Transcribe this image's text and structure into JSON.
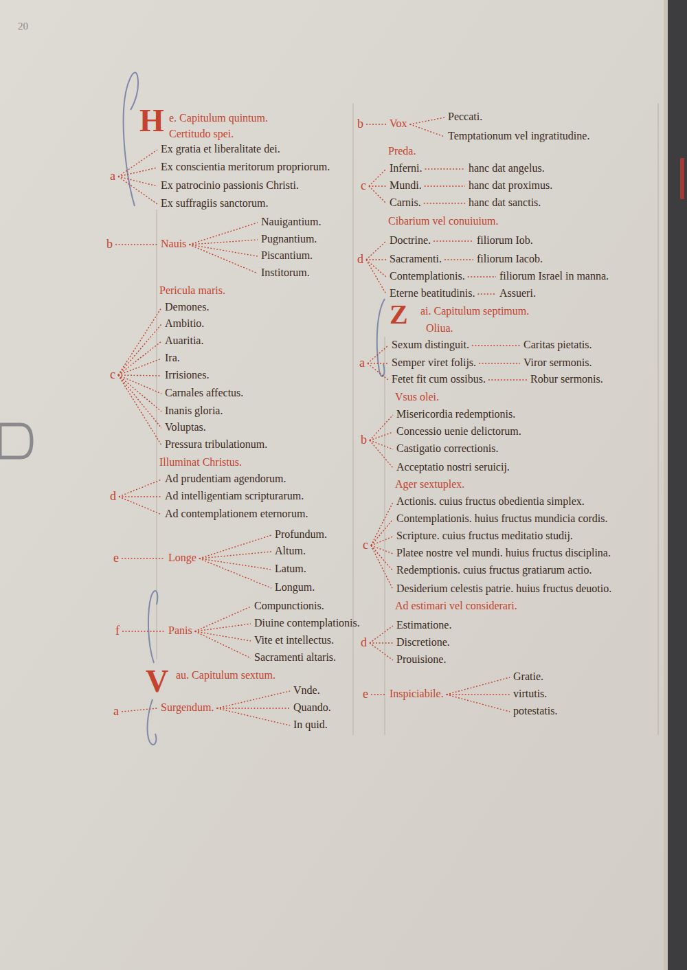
{
  "diagram": {
    "nodes": [
      {
        "text": [
          "a"
        ]
      },
      {
        "text": [
          "Ex gratia et liberalitate dei."
        ]
      },
      {
        "text": [
          "Ex conscientia meritorum propriorum."
        ]
      },
      {
        "text": [
          "Ex patrocinio passionis Christi."
        ]
      },
      {
        "text": [
          "Ex suffragiis sanctorum."
        ]
      },
      {
        "text": [
          "b"
        ]
      },
      {
        "text": [
          "Nauis"
        ]
      },
      {
        "text": [
          "Nauigantium."
        ]
      },
      {
        "text": [
          "Pugnantium."
        ]
      },
      {
        "text": [
          "Piscantium."
        ]
      },
      {
        "text": [
          "Institorum."
        ]
      },
      {
        "text": [
          "c"
        ]
      },
      {
        "text": [
          "Demones."
        ]
      },
      {
        "text": [
          "Ambitio."
        ]
      },
      {
        "text": [
          "Auaritia."
        ]
      },
      {
        "text": [
          "Ira."
        ]
      },
      {
        "text": [
          "Irrisiones."
        ]
      },
      {
        "text": [
          "Carnales affectus."
        ]
      },
      {
        "text": [
          "Inanis gloria."
        ]
      },
      {
        "text": [
          "Voluptas."
        ]
      },
      {
        "text": [
          "Pressura tribulationum."
        ]
      },
      {
        "text": [
          "d"
        ]
      },
      {
        "text": [
          "Ad prudentiam agendorum."
        ]
      },
      {
        "text": [
          "Ad intelligentiam scripturarum."
        ]
      },
      {
        "text": [
          "Ad contemplationem eternorum."
        ]
      },
      {
        "text": [
          "e"
        ]
      },
      {
        "text": [
          "Longe"
        ]
      },
      {
        "text": [
          "Profundum."
        ]
      },
      {
        "text": [
          "Altum."
        ]
      },
      {
        "text": [
          "Latum."
        ]
      },
      {
        "text": [
          "Longum."
        ]
      },
      {
        "text": [
          "f"
        ]
      },
      {
        "text": [
          "Panis"
        ]
      },
      {
        "text": [
          "Compunctionis."
        ]
      },
      {
        "text": [
          "Diuine contemplationis."
        ]
      },
      {
        "text": [
          "Vite et intellectus."
        ]
      },
      {
        "text": [
          "Sacramenti altaris."
        ]
      },
      {
        "text": [
          "a"
        ]
      },
      {
        "text": [
          "Surgendum."
        ]
      },
      {
        "text": [
          "Vnde."
        ]
      },
      {
        "text": [
          "Quando."
        ]
      },
      {
        "text": [
          "In quid."
        ]
      },
      {
        "text": [
          "b"
        ]
      },
      {
        "text": [
          "Vox"
        ]
      },
      {
        "text": [
          "Peccati."
        ]
      },
      {
        "text": [
          "Temptationum vel ingratitudine."
        ]
      },
      {
        "text": [
          "c"
        ]
      },
      {
        "text": [
          "Inferni."
        ]
      },
      {
        "text": [
          "hanc dat angelus."
        ]
      },
      {
        "text": [
          "Mundi."
        ]
      },
      {
        "text": [
          "hanc dat proximus."
        ]
      },
      {
        "text": [
          "Carnis."
        ]
      },
      {
        "text": [
          "hanc dat sanctis."
        ]
      },
      {
        "text": [
          "d"
        ]
      },
      {
        "text": [
          "Doctrine."
        ]
      },
      {
        "text": [
          "filiorum Iob."
        ]
      },
      {
        "text": [
          "Sacramenti."
        ]
      },
      {
        "text": [
          "filiorum Iacob."
        ]
      },
      {
        "text": [
          "Contemplationis."
        ]
      },
      {
        "text": [
          "filiorum Israel in manna."
        ]
      },
      {
        "text": [
          "Eterne beatitudinis."
        ]
      },
      {
        "text": [
          "Assueri."
        ]
      },
      {
        "text": [
          "a"
        ]
      },
      {
        "text": [
          "Sexum distinguit."
        ]
      },
      {
        "text": [
          "Caritas pietatis."
        ]
      },
      {
        "text": [
          "Semper viret folijs."
        ]
      },
      {
        "text": [
          "Viror sermonis."
        ]
      },
      {
        "text": [
          "Fetet fit cum ossibus."
        ]
      },
      {
        "text": [
          "Robur sermonis."
        ]
      },
      {
        "text": [
          "b"
        ]
      },
      {
        "text": [
          "Misericordia redemptionis."
        ]
      },
      {
        "text": [
          "Concessio uenie delictorum."
        ]
      },
      {
        "text": [
          "Castigatio correctionis."
        ]
      },
      {
        "text": [
          "Acceptatio nostri seruicij."
        ]
      },
      {
        "text": [
          "c"
        ]
      },
      {
        "text": [
          "Actionis. cuius fructus obedientia simplex."
        ]
      },
      {
        "text": [
          "Contemplationis. huius fructus mundicia cordis."
        ]
      },
      {
        "text": [
          "Scripture. cuius fructus meditatio studij."
        ]
      },
      {
        "text": [
          "Platee nostre vel mundi. huius fructus disciplina."
        ]
      },
      {
        "text": [
          "Redemptionis. cuius fructus gratiarum actio."
        ]
      },
      {
        "text": [
          "Desiderium celestis patrie. huius fructus deuotio."
        ]
      },
      {
        "text": [
          "d"
        ]
      },
      {
        "text": [
          "Estimatione."
        ]
      },
      {
        "text": [
          "Discretione."
        ]
      },
      {
        "text": [
          "Prouisione."
        ]
      },
      {
        "text": [
          "e"
        ]
      },
      {
        "text": [
          "Inspiciabile."
        ]
      },
      {
        "text": [
          "Gratie."
        ]
      },
      {
        "text": [
          "virtutis."
        ]
      },
      {
        "text": [
          "potestatis."
        ]
      }
    ],
    "edges": [
      {
        "from": 0,
        "to": 1,
        "arrow": "none"
      },
      {
        "from": 0,
        "to": 2,
        "arrow": "none"
      },
      {
        "from": 0,
        "to": 3,
        "arrow": "none"
      },
      {
        "from": 0,
        "to": 4,
        "arrow": "none"
      },
      {
        "from": 5,
        "to": 6,
        "arrow": "none"
      },
      {
        "from": 6,
        "to": 7,
        "arrow": "none"
      },
      {
        "from": 6,
        "to": 8,
        "arrow": "none"
      },
      {
        "from": 6,
        "to": 9,
        "arrow": "none"
      },
      {
        "from": 6,
        "to": 10,
        "arrow": "none"
      },
      {
        "from": 11,
        "to": 12,
        "arrow": "none"
      },
      {
        "from": 11,
        "to": 13,
        "arrow": "none"
      },
      {
        "from": 11,
        "to": 14,
        "arrow": "none"
      },
      {
        "from": 11,
        "to": 15,
        "arrow": "none"
      },
      {
        "from": 11,
        "to": 16,
        "arrow": "none"
      },
      {
        "from": 11,
        "to": 17,
        "arrow": "none"
      },
      {
        "from": 11,
        "to": 18,
        "arrow": "none"
      },
      {
        "from": 11,
        "to": 19,
        "arrow": "none"
      },
      {
        "from": 11,
        "to": 20,
        "arrow": "none"
      },
      {
        "from": 21,
        "to": 22,
        "arrow": "none"
      },
      {
        "from": 21,
        "to": 23,
        "arrow": "none"
      },
      {
        "from": 21,
        "to": 24,
        "arrow": "none"
      },
      {
        "from": 25,
        "to": 26,
        "arrow": "none"
      },
      {
        "from": 26,
        "to": 27,
        "arrow": "none"
      },
      {
        "from": 26,
        "to": 28,
        "arrow": "none"
      },
      {
        "from": 26,
        "to": 29,
        "arrow": "none"
      },
      {
        "from": 26,
        "to": 30,
        "arrow": "none"
      },
      {
        "from": 31,
        "to": 32,
        "arrow": "none"
      },
      {
        "from": 32,
        "to": 33,
        "arrow": "none"
      },
      {
        "from": 32,
        "to": 34,
        "arrow": "none"
      },
      {
        "from": 32,
        "to": 35,
        "arrow": "none"
      },
      {
        "from": 32,
        "to": 36,
        "arrow": "none"
      },
      {
        "from": 37,
        "to": 38,
        "arrow": "none"
      },
      {
        "from": 38,
        "to": 39,
        "arrow": "none"
      },
      {
        "from": 38,
        "to": 40,
        "arrow": "none"
      },
      {
        "from": 38,
        "to": 41,
        "arrow": "none"
      },
      {
        "from": 42,
        "to": 43,
        "arrow": "none"
      },
      {
        "from": 43,
        "to": 44,
        "arrow": "none"
      },
      {
        "from": 43,
        "to": 45,
        "arrow": "none"
      },
      {
        "from": 46,
        "to": 47,
        "arrow": "none"
      },
      {
        "from": 46,
        "to": 49,
        "arrow": "none"
      },
      {
        "from": 46,
        "to": 51,
        "arrow": "none"
      },
      {
        "from": 47,
        "to": 48,
        "arrow": "none"
      },
      {
        "from": 49,
        "to": 50,
        "arrow": "none"
      },
      {
        "from": 51,
        "to": 52,
        "arrow": "none"
      },
      {
        "from": 53,
        "to": 54,
        "arrow": "none"
      },
      {
        "from": 53,
        "to": 56,
        "arrow": "none"
      },
      {
        "from": 53,
        "to": 58,
        "arrow": "none"
      },
      {
        "from": 53,
        "to": 60,
        "arrow": "none"
      },
      {
        "from": 54,
        "to": 55,
        "arrow": "none"
      },
      {
        "from": 56,
        "to": 57,
        "arrow": "none"
      },
      {
        "from": 58,
        "to": 59,
        "arrow": "none"
      },
      {
        "from": 60,
        "to": 61,
        "arrow": "none"
      },
      {
        "from": 62,
        "to": 63,
        "arrow": "none"
      },
      {
        "from": 62,
        "to": 65,
        "arrow": "none"
      },
      {
        "from": 62,
        "to": 67,
        "arrow": "none"
      },
      {
        "from": 63,
        "to": 64,
        "arrow": "none"
      },
      {
        "from": 65,
        "to": 66,
        "arrow": "none"
      },
      {
        "from": 67,
        "to": 68,
        "arrow": "none"
      },
      {
        "from": 69,
        "to": 70,
        "arrow": "none"
      },
      {
        "from": 69,
        "to": 71,
        "arrow": "none"
      },
      {
        "from": 69,
        "to": 72,
        "arrow": "none"
      },
      {
        "from": 69,
        "to": 73,
        "arrow": "none"
      },
      {
        "from": 74,
        "to": 75,
        "arrow": "none"
      },
      {
        "from": 74,
        "to": 76,
        "arrow": "none"
      },
      {
        "from": 74,
        "to": 77,
        "arrow": "none"
      },
      {
        "from": 74,
        "to": 78,
        "arrow": "none"
      },
      {
        "from": 74,
        "to": 79,
        "arrow": "none"
      },
      {
        "from": 74,
        "to": 80,
        "arrow": "none"
      },
      {
        "from": 81,
        "to": 82,
        "arrow": "none"
      },
      {
        "from": 81,
        "to": 83,
        "arrow": "none"
      },
      {
        "from": 81,
        "to": 84,
        "arrow": "none"
      },
      {
        "from": 85,
        "to": 86,
        "arrow": "none"
      },
      {
        "from": 86,
        "to": 87,
        "arrow": "none"
      },
      {
        "from": 86,
        "to": 88,
        "arrow": "none"
      },
      {
        "from": 86,
        "to": 89,
        "arrow": "none"
      }
    ],
    "labels": [
      "20",
      "H",
      "e. Capitulum quintum.",
      "Certitudo spei.",
      "Pericula maris.",
      "Illuminat Christus.",
      "V",
      "au. Capitulum sextum.",
      "Preda.",
      "Cibarium vel conuiuium.",
      "Z",
      "ai. Capitulum septimum.",
      "Oliua.",
      "Vsus olei.",
      "Ager sextuplex.",
      "Ad estimari vel considerari."
    ]
  }
}
